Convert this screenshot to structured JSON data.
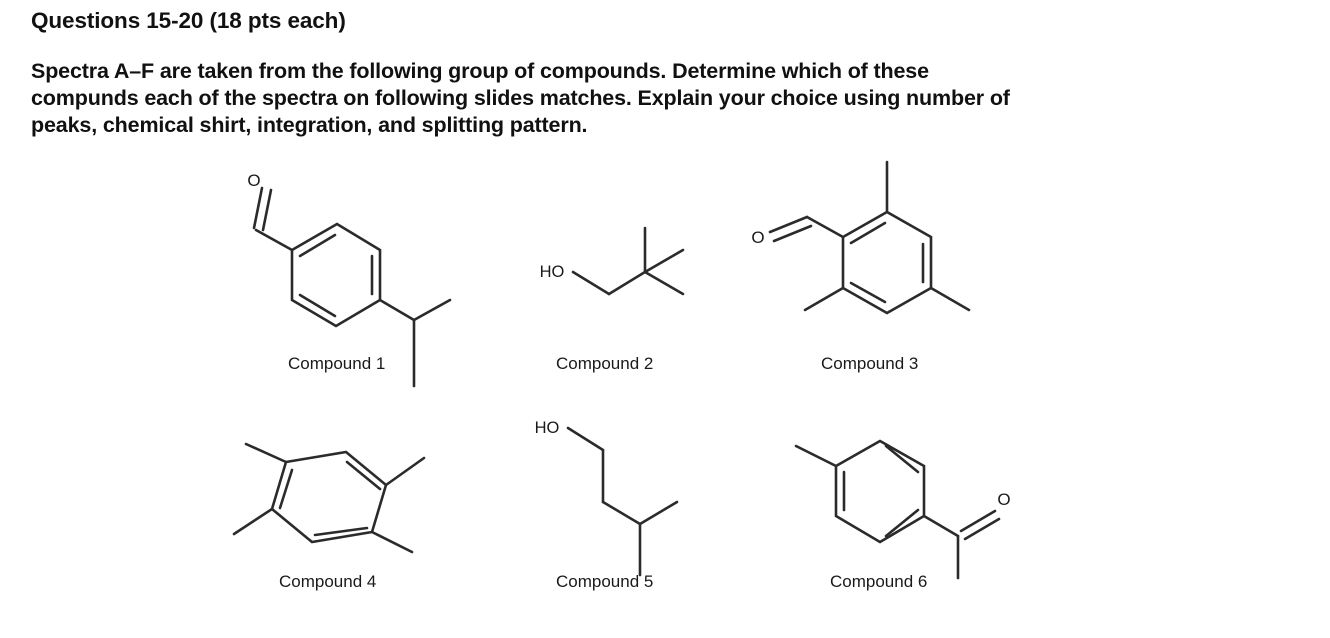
{
  "heading": "Questions 15-20 (18 pts each)",
  "body_lines": [
    "Spectra A–F are taken from the following group of compounds. Determine which of these",
    "compunds each of the spectra on following slides matches. Explain your choice using number of",
    "peaks, chemical shirt, integration, and splitting pattern."
  ],
  "colors": {
    "text": "#111111",
    "structure_stroke": "#2b2b2b",
    "label": "#1a1a1a",
    "background": "#ffffff"
  },
  "compounds": [
    {
      "id": 1,
      "label": "Compound 1",
      "name": "4-isopropylbenzaldehyde",
      "atom_labels": [
        "O"
      ],
      "features": "para-substituted benzene ring with aldehyde (CHO) and isopropyl group"
    },
    {
      "id": 2,
      "label": "Compound 2",
      "name": "2,2-dimethyl-1-propanol (neopentyl alcohol)",
      "atom_labels": [
        "HO"
      ],
      "features": "hydroxymethyl attached to tert-butyl quaternary carbon"
    },
    {
      "id": 3,
      "label": "Compound 3",
      "name": "2,4,6-trimethylbenzaldehyde (mesitaldehyde)",
      "atom_labels": [
        "O"
      ],
      "features": "benzene ring with aldehyde and three methyl groups at 2,4,6 positions"
    },
    {
      "id": 4,
      "label": "Compound 4",
      "name": "1,2,4,5-tetramethylbenzene (durene)",
      "atom_labels": [],
      "features": "benzene ring with four methyl substituents at 1,2,4,5 positions"
    },
    {
      "id": 5,
      "label": "Compound 5",
      "name": "3-methyl-1-butanol (isoamyl alcohol)",
      "atom_labels": [
        "HO"
      ],
      "features": "primary alcohol chain terminating in an isopropyl branch"
    },
    {
      "id": 6,
      "label": "Compound 6",
      "name": "4'-methylacetophenone",
      "atom_labels": [
        "O"
      ],
      "features": "para-methyl substituted benzene ring bearing an acetyl ketone group"
    }
  ]
}
